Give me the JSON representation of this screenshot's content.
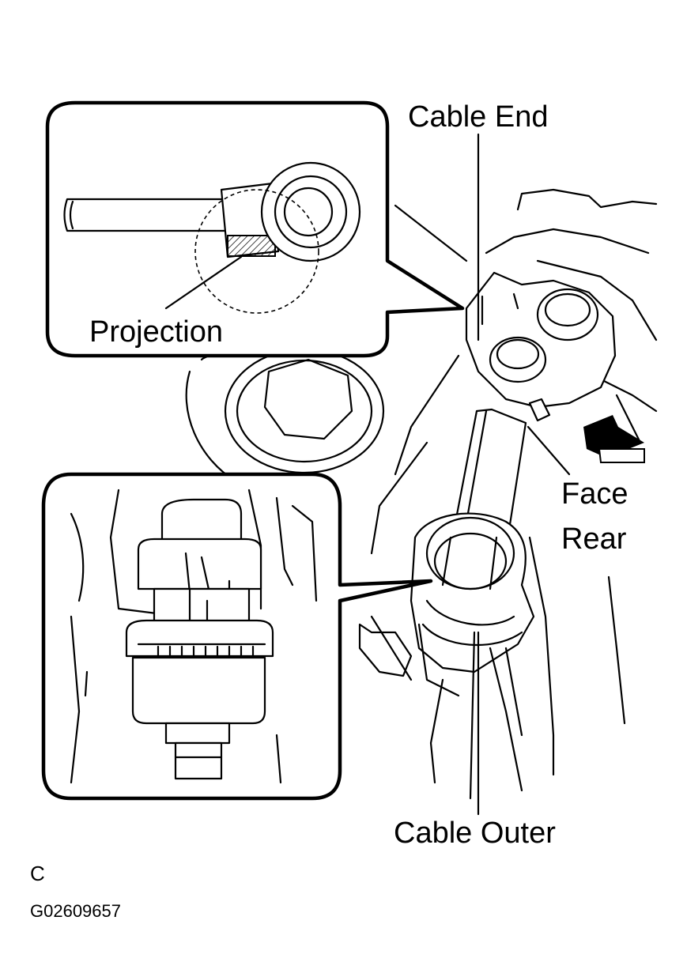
{
  "labels": {
    "cable_end": "Cable End",
    "projection": "Projection",
    "face": "Face",
    "rear": "Rear",
    "cable_outer": "Cable Outer",
    "figure_letter": "C",
    "figure_id": "G02609657"
  },
  "icons": {
    "direction_arrow": "arrow-down-right-icon"
  }
}
